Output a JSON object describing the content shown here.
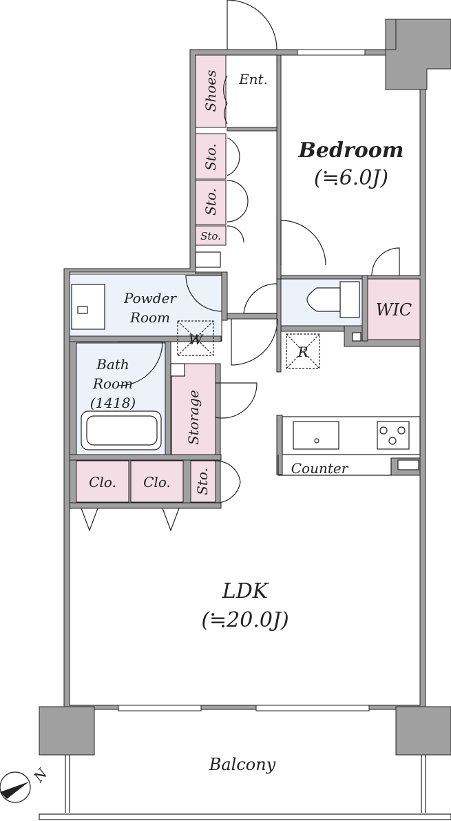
{
  "plan": {
    "rooms": {
      "bedroom": {
        "name": "Bedroom",
        "size": "(≒6.0J)"
      },
      "ldk": {
        "name": "LDK",
        "size": "(≒20.0J)"
      },
      "balcony": "Balcony",
      "powder_room": [
        "Powder",
        "Room"
      ],
      "bath_room": [
        "Bath",
        "Room",
        "(1418)"
      ],
      "wic": "WIC",
      "entrance": "Ent.",
      "shoes": "Shoes",
      "storage": "Storage",
      "sto": "Sto.",
      "clo": "Clo.",
      "washer": "W",
      "refrigerator": "R",
      "counter": "Counter"
    },
    "compass": "N",
    "colors": {
      "wall": "#a0a0a0",
      "storage_fill": "#f5dde6",
      "wet_area_fill": "#edf2fa",
      "line": "#222222"
    }
  }
}
